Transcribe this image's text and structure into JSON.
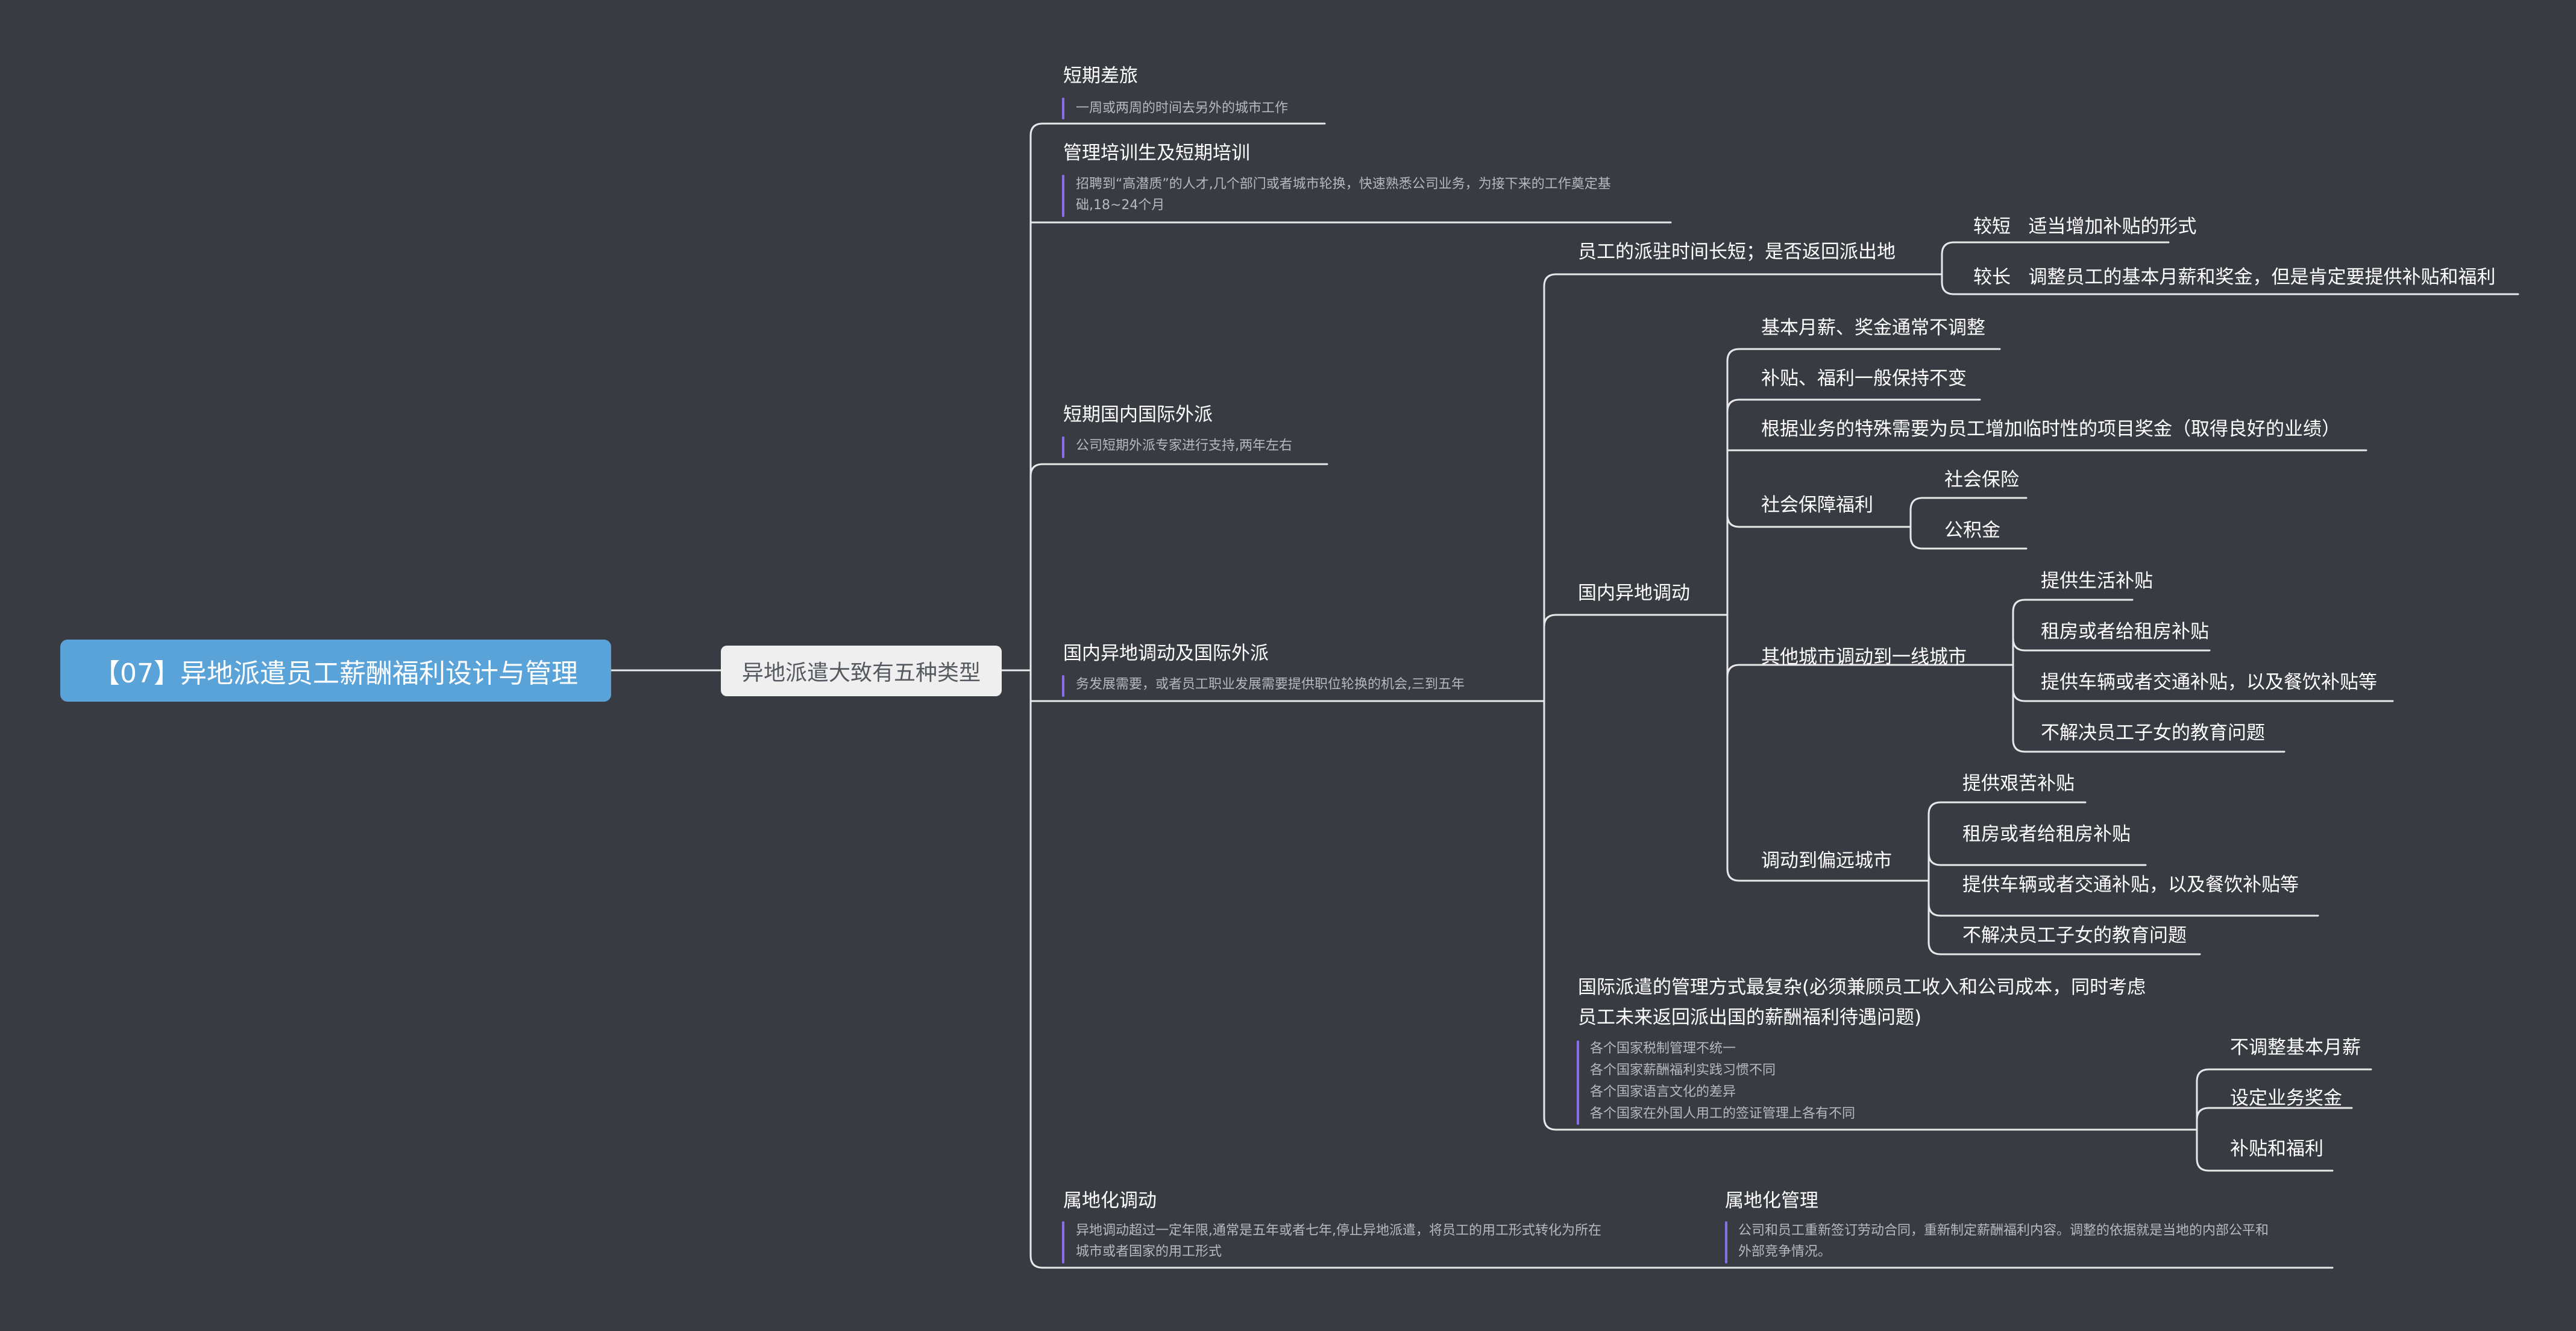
{
  "root": "【07】异地派遣员工薪酬福利设计与管理",
  "hub": "异地派遣大致有五种类型",
  "types": {
    "short_trip": {
      "title": "短期差旅",
      "note": "一周或两周的时间去另外的城市工作"
    },
    "trainee": {
      "title": "管理培训生及短期培训",
      "note": [
        "招聘到“高潜质”的人才,几个部门或者城市轮换，快速熟悉公司业务，为接下来的工作奠定基",
        "础,18~24个月"
      ]
    },
    "short_assign": {
      "title": "短期国内国际外派",
      "note": "公司短期外派专家进行支持,两年左右"
    },
    "domestic_intl": {
      "title": "国内异地调动及国际外派",
      "note": "务发展需要，或者员工职业发展需要提供职位轮换的机会,三到五年"
    },
    "localization": {
      "title": "属地化调动",
      "note": [
        "异地调动超过一定年限,通常是五年或者七年,停止异地派遣，将员工的用工形式转化为所在",
        "城市或者国家的用工形式"
      ]
    }
  },
  "duration": {
    "title": "员工的派驻时间长短；是否返回派出地",
    "short": "较短   适当增加补贴的形式",
    "long": "较长   调整员工的基本月薪和奖金，但是肯定要提供补贴和福利"
  },
  "domestic": {
    "title": "国内异地调动",
    "items": [
      "基本月薪、奖金通常不调整",
      "补贴、福利一般保持不变",
      "根据业务的特殊需要为员工增加临时性的项目奖金（取得良好的业绩）"
    ],
    "social": {
      "title": "社会保障福利",
      "items": [
        "社会保险",
        "公积金"
      ]
    },
    "tier1": {
      "title": "其他城市调动到一线城市",
      "items": [
        "提供生活补贴",
        "租房或者给租房补贴",
        "提供车辆或者交通补贴，以及餐饮补贴等",
        "不解决员工子女的教育问题"
      ]
    },
    "remote": {
      "title": "调动到偏远城市",
      "items": [
        "提供艰苦补贴",
        "租房或者给租房补贴",
        "提供车辆或者交通补贴，以及餐饮补贴等",
        "不解决员工子女的教育问题"
      ]
    }
  },
  "international": {
    "title": [
      "国际派遣的管理方式最复杂(必须兼顾员工收入和公司成本，同时考虑",
      "员工未来返回派出国的薪酬福利待遇问题)"
    ],
    "notes": [
      "各个国家税制管理不统一",
      "各个国家薪酬福利实践习惯不同",
      "各个国家语言文化的差异",
      "各个国家在外国人用工的签证管理上各有不同"
    ],
    "items": [
      "不调整基本月薪",
      "设定业务奖金",
      "补贴和福利"
    ]
  },
  "local_mgmt": {
    "title": "属地化管理",
    "note": [
      "公司和员工重新签订劳动合同，重新制定薪酬福利内容。调整的依据就是当地的内部公平和",
      "外部竞争情况。"
    ]
  }
}
